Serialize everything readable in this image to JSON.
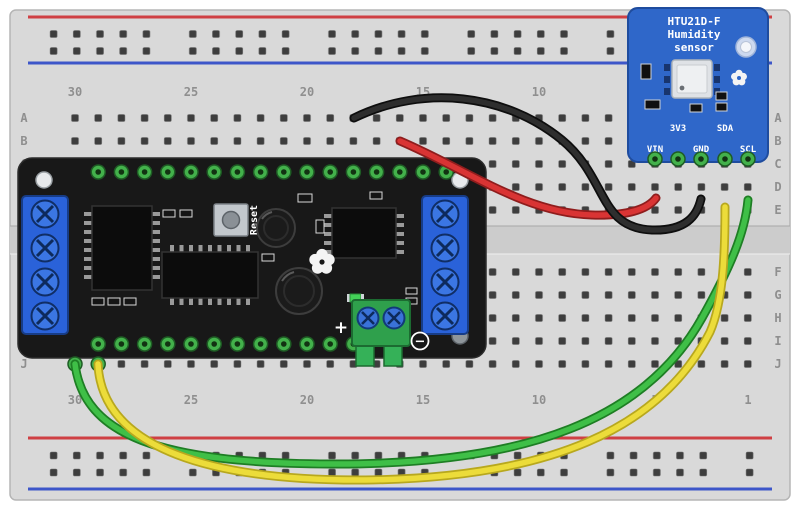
{
  "diagram": {
    "type": "fritzing-breadboard-wiring",
    "description": "HTU21D-F humidity sensor wired to a Feather board on a full-size breadboard"
  },
  "breadboard": {
    "body_color": "#d9d9d9",
    "rail_red": "#cf4044",
    "rail_blue": "#3d56c9",
    "column_labels": [
      "30",
      "25",
      "20",
      "15",
      "10",
      "5",
      "1"
    ],
    "row_labels": [
      "A",
      "B",
      "C",
      "D",
      "E",
      "F",
      "G",
      "H",
      "I",
      "J"
    ]
  },
  "feather": {
    "board_color": "#181818",
    "reset_label": "Reset",
    "plus_label": "+",
    "minus_label": "−"
  },
  "sensor": {
    "board_color": "#2f67c9",
    "title_line1": "HTU21D-F",
    "title_line2": "Humidity",
    "title_line3": "sensor",
    "pin_label_vin": "VIN",
    "pin_label_3v3": "3V3",
    "pin_label_gnd": "GND",
    "pin_label_sda": "SDA",
    "pin_label_scl": "SCL"
  },
  "wires": {
    "gnd": {
      "name": "GND wire",
      "color": "#2e2e2e"
    },
    "vin": {
      "name": "VIN wire",
      "color": "#d93434"
    },
    "sda": {
      "name": "SDA wire",
      "color": "#ecdc3a"
    },
    "scl": {
      "name": "SCL wire",
      "color": "#3fbf47"
    }
  }
}
